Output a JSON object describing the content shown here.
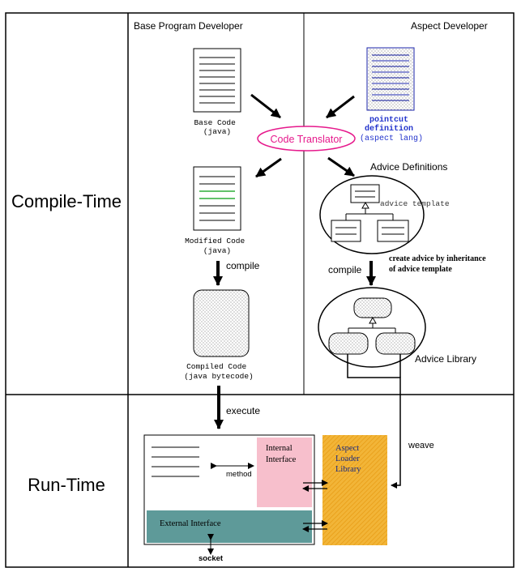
{
  "rows": {
    "compile_time": "Compile-Time",
    "run_time": "Run-Time"
  },
  "columns": {
    "base_developer": "Base Program Developer",
    "aspect_developer": "Aspect Developer"
  },
  "compile": {
    "base_code": [
      "Base Code",
      "(java)"
    ],
    "pointcut": [
      "pointcut",
      "definition",
      "(aspect lang)"
    ],
    "translator": "Code Translator",
    "modified_code": [
      "Modified Code",
      "(java)"
    ],
    "compile_label_left": "compile",
    "compiled_code": [
      "Compiled Code",
      "(java bytecode)"
    ],
    "advice_definitions": "Advice Definitions",
    "advice_template": "advice template",
    "inheritance_note": [
      "create advice by inheritance",
      "of advice template"
    ],
    "compile_label_right": "compile",
    "advice_library": "Advice Library"
  },
  "runtime": {
    "execute": "execute",
    "weave": "weave",
    "internal_interface": [
      "Internal",
      "Interface"
    ],
    "method": "method",
    "aspect_loader": [
      "Aspect",
      "Loader",
      "Library"
    ],
    "external_interface": "External Interface",
    "socket": "socket"
  },
  "colors": {
    "translator": "#e6198c",
    "pointcut_text": "#2233cc",
    "internal_interface": "#f7bfcc",
    "external_interface": "#5e9a99",
    "aspect_loader": "#f2b538",
    "green_lines": "#2fae3a"
  }
}
